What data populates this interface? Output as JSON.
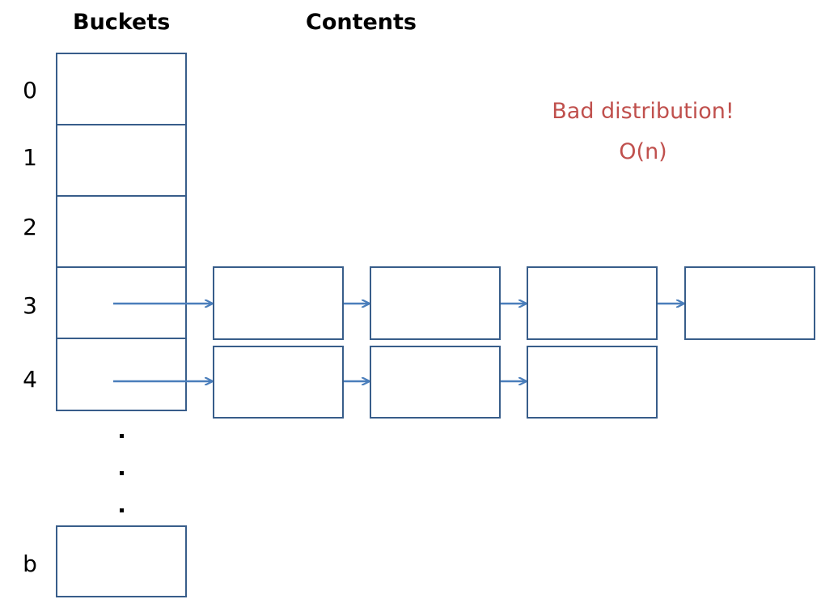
{
  "headers": {
    "buckets": "Buckets",
    "contents": "Contents"
  },
  "bucket_labels": [
    "0",
    "1",
    "2",
    "3",
    "4",
    "b"
  ],
  "ellipsis_dots": ".",
  "note": {
    "line1": "Bad distribution!",
    "line2": "O(n)"
  },
  "chains": {
    "bucket_3_length": 4,
    "bucket_4_length": 3
  },
  "colors": {
    "box_stroke": "#385d8a",
    "arrow": "#4a7ebb",
    "note_text": "#c0504d",
    "text": "#000000"
  }
}
